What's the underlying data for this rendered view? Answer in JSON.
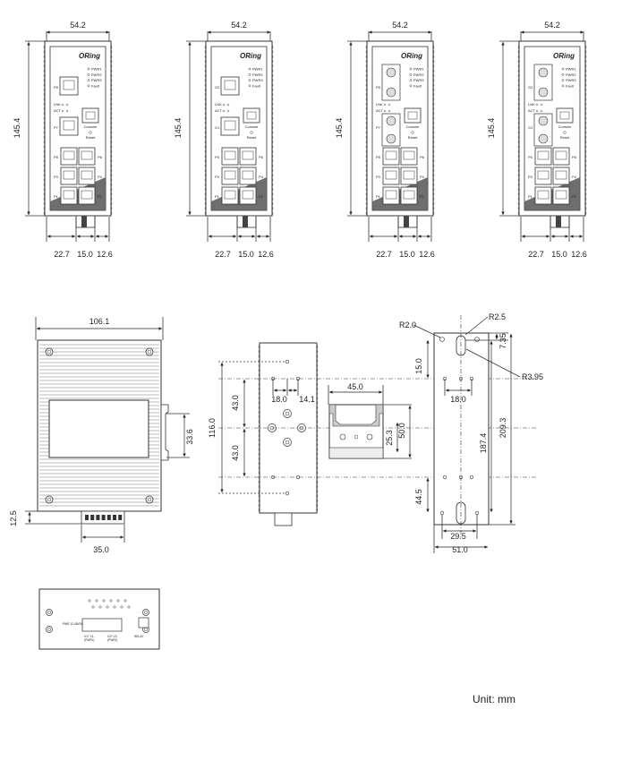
{
  "front_views": {
    "width": "54.2",
    "height": "145.4",
    "bottom_dims": [
      "22.7",
      "15.0",
      "12.6"
    ],
    "brand": "ORing",
    "leds": [
      "PWR1",
      "PWR2",
      "PWR3",
      "Fault"
    ],
    "link_labels": [
      "LNK",
      "ACT"
    ],
    "console_label": "Console",
    "reset_label": "Reset",
    "models": [
      {
        "top_port": "P8",
        "bottom_port": "P7",
        "ports": [
          "P5",
          "P6",
          "P3",
          "P4",
          "P1",
          "P2"
        ]
      },
      {
        "top_port": "G2",
        "bottom_port": "G1",
        "ports": [
          "P5",
          "P6",
          "P3",
          "P4",
          "P1",
          "P2"
        ]
      },
      {
        "top_port": "P8",
        "bottom_port": "P7",
        "ports": [
          "P5",
          "P6",
          "P3",
          "P4",
          "P1",
          "P2"
        ]
      },
      {
        "top_port": "G2",
        "bottom_port": "G1",
        "ports": [
          "P5",
          "P6",
          "P3",
          "P4",
          "P1",
          "P2"
        ]
      }
    ]
  },
  "side_view": {
    "width": "106.1",
    "rail_height": "33.6",
    "terminal_offset": "12.5",
    "terminal_width": "35.0"
  },
  "rear_view": {
    "height": "116.0",
    "upper": "43.0",
    "lower": "43.0",
    "left_spacing": "18.0",
    "right_spacing": "14.1"
  },
  "din_clip": {
    "width": "45.0",
    "height": "50.0",
    "hole_spacing": "25.3"
  },
  "wall_mount": {
    "r_top_left": "R2.0",
    "r_top_right": "R2.5",
    "r_slot": "R3.95",
    "top_offset": "7.35",
    "top_margin": "15.0",
    "hole_spacing": "18.0",
    "inner_height": "187.4",
    "total_height": "209.3",
    "bottom_offset": "44.5",
    "bottom_width": "29.5",
    "total_width": "51.0"
  },
  "top_view": {
    "pwr_label": "PWR 12-48VDC",
    "v1_label": "V1+ V1-",
    "v2_label": "V2+ V2-",
    "pwr_block": "(PWR1)",
    "pwr_block2": "(PWR2)",
    "relay_label": "RELAY"
  },
  "unit_label": "Unit: mm"
}
